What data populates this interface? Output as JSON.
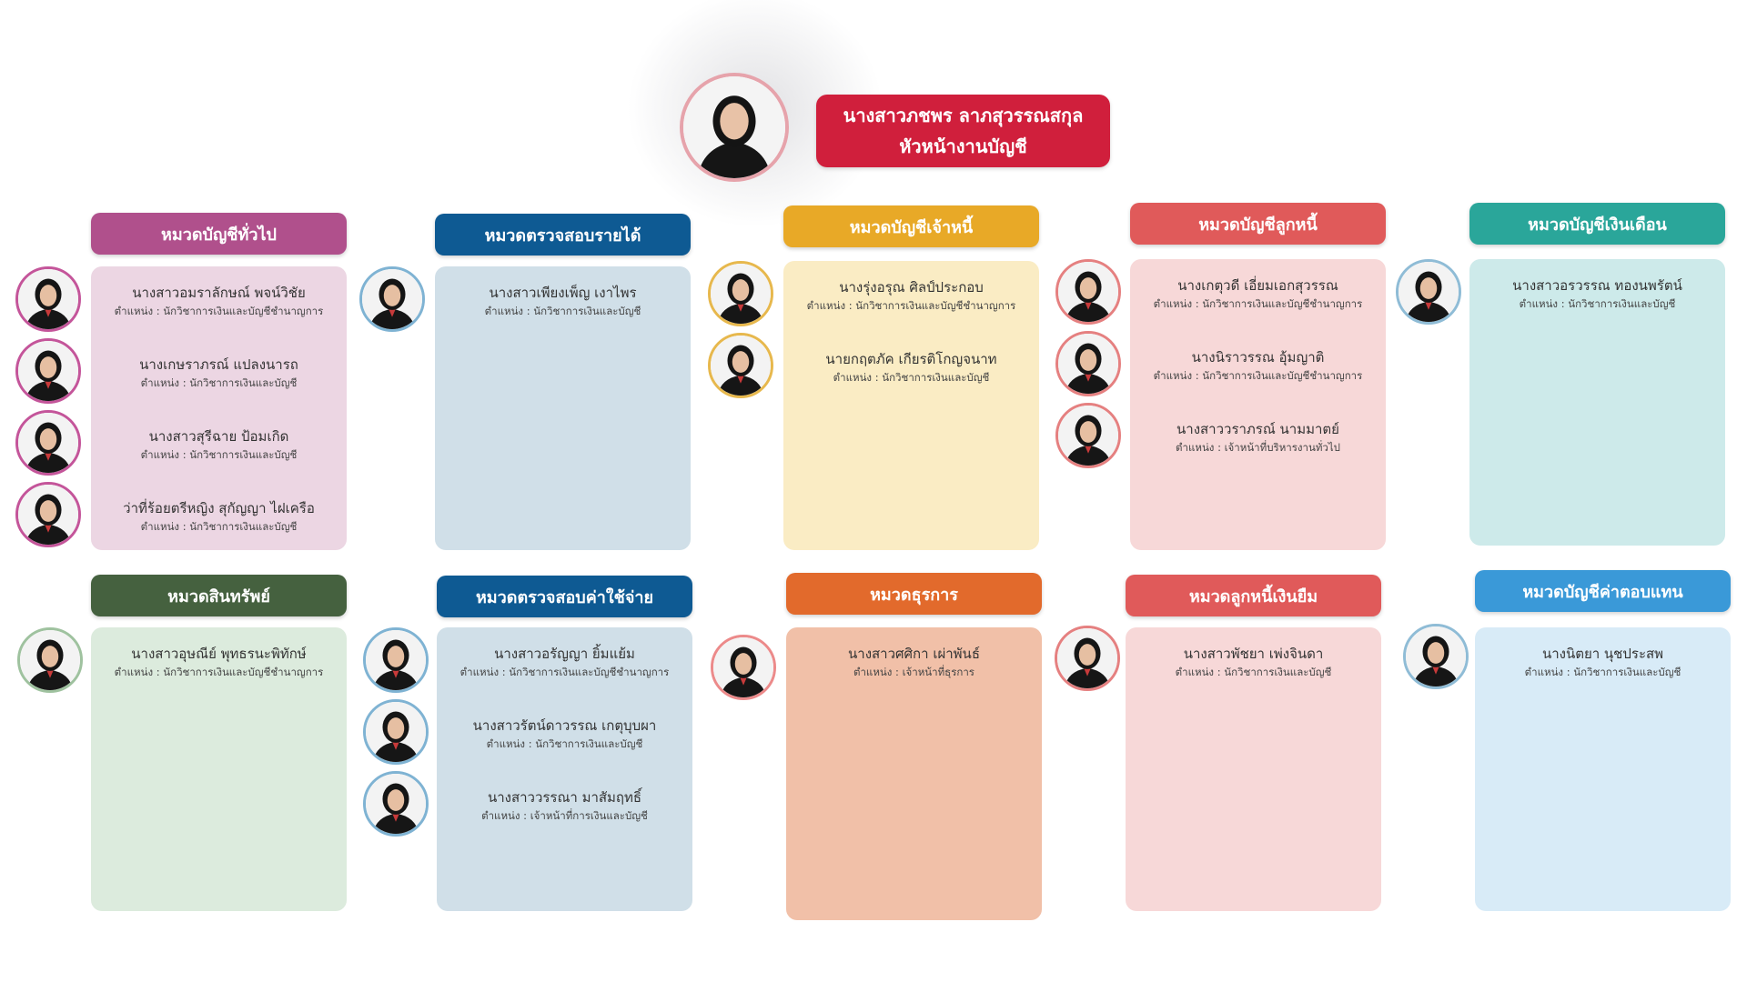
{
  "head": {
    "name": "นางสาวภชพร ลาภสุวรรณสกุล",
    "title": "หัวหน้างานบัญชี",
    "color": "#d01f3c"
  },
  "sections": [
    {
      "title": "หมวดบัญชีทั่วไป",
      "header_color": "#b0508c",
      "panel_color": "#ecd6e3",
      "ring_color": "#c4559a",
      "members": [
        {
          "name": "นางสาวอมราลักษณ์ พจน์วิชัย",
          "position": "ตำแหน่ง : นักวิชาการเงินและบัญชีชำนาญการ"
        },
        {
          "name": "นางเกษราภรณ์ แปลงนารถ",
          "position": "ตำแหน่ง : นักวิชาการเงินและบัญชี"
        },
        {
          "name": "นางสาวสุรีฉาย ป้อมเกิด",
          "position": "ตำแหน่ง : นักวิชาการเงินและบัญชี"
        },
        {
          "name": "ว่าที่ร้อยตรีหญิง สุกัญญา ไฝเครือ",
          "position": "ตำแหน่ง : นักวิชาการเงินและบัญชี"
        }
      ]
    },
    {
      "title": "หมวดตรวจสอบรายได้",
      "header_color": "#0e5a93",
      "panel_color": "#d0dfe8",
      "ring_color": "#7fb3d3",
      "members": [
        {
          "name": "นางสาวเพียงเพ็ญ เงาไพร",
          "position": "ตำแหน่ง : นักวิชาการเงินและบัญชี"
        }
      ]
    },
    {
      "title": "หมวดบัญชีเจ้าหนี้",
      "header_color": "#e8a927",
      "panel_color": "#faecc4",
      "ring_color": "#e7b84d",
      "members": [
        {
          "name": "นางรุ่งอรุณ ศิลป์ประกอบ",
          "position": "ตำแหน่ง : นักวิชาการเงินและบัญชีชำนาญการ"
        },
        {
          "name": "นายกฤตภัค เกียรติโกญจนาท",
          "position": "ตำแหน่ง : นักวิชาการเงินและบัญชี"
        }
      ]
    },
    {
      "title": "หมวดบัญชีลูกหนี้",
      "header_color": "#e05a5a",
      "panel_color": "#f7d8d8",
      "ring_color": "#e58080",
      "members": [
        {
          "name": "นางเกตุวดี เอี่ยมเอกสุวรรณ",
          "position": "ตำแหน่ง : นักวิชาการเงินและบัญชีชำนาญการ"
        },
        {
          "name": "นางนิราวรรณ อุ้มญาติ",
          "position": "ตำแหน่ง : นักวิชาการเงินและบัญชีชำนาญการ"
        },
        {
          "name": "นางสาววราภรณ์ นามมาตย์",
          "position": "ตำแหน่ง : เจ้าหน้าที่บริหารงานทั่วไป"
        }
      ]
    },
    {
      "title": "หมวดบัญชีเงินเดือน",
      "header_color": "#2aa69a",
      "panel_color": "#cdeaea",
      "ring_color": "#8fbcd6",
      "members": [
        {
          "name": "นางสาวอรวรรณ ทองนพรัตน์",
          "position": "ตำแหน่ง : นักวิชาการเงินและบัญชี"
        }
      ]
    },
    {
      "title": "หมวดสินทรัพย์",
      "header_color": "#45613f",
      "panel_color": "#dcebdd",
      "ring_color": "#9fc29f",
      "members": [
        {
          "name": "นางสาวอุษณีย์ พุทธรนะพิทักษ์",
          "position": "ตำแหน่ง : นักวิชาการเงินและบัญชีชำนาญการ"
        }
      ]
    },
    {
      "title": "หมวดตรวจสอบค่าใช้จ่าย",
      "header_color": "#0e5a93",
      "panel_color": "#d0dfe8",
      "ring_color": "#7fb3d3",
      "members": [
        {
          "name": "นางสาวอรัญญา ยิ้มแย้ม",
          "position": "ตำแหน่ง : นักวิชาการเงินและบัญชีชำนาญการ"
        },
        {
          "name": "นางสาวรัตน์ดาวรรณ เกตุบุบผา",
          "position": "ตำแหน่ง : นักวิชาการเงินและบัญชี"
        },
        {
          "name": "นางสาววรรณา มาสัมฤทธิ์",
          "position": "ตำแหน่ง : เจ้าหน้าที่การเงินและบัญชี"
        }
      ]
    },
    {
      "title": "หมวดธุรการ",
      "header_color": "#e26a2c",
      "panel_color": "#f1c0a8",
      "ring_color": "#ec8a8a",
      "members": [
        {
          "name": "นางสาวศศิกา เผ่าพันธ์",
          "position": "ตำแหน่ง : เจ้าหน้าที่ธุรการ"
        }
      ]
    },
    {
      "title": "หมวดลูกหนี้เงินยืม",
      "header_color": "#e05a5a",
      "panel_color": "#f7d8d8",
      "ring_color": "#e58080",
      "members": [
        {
          "name": "นางสาวพัชยา เพ่งจินดา",
          "position": "ตำแหน่ง : นักวิชาการเงินและบัญชี"
        }
      ]
    },
    {
      "title": "หมวดบัญชีค่าตอบแทน",
      "header_color": "#3a99d8",
      "panel_color": "#d8ebf7",
      "ring_color": "#8fbcd6",
      "members": [
        {
          "name": "นางนิตยา นุชประสพ",
          "position": "ตำแหน่ง : นักวิชาการเงินและบัญชี"
        }
      ]
    }
  ]
}
